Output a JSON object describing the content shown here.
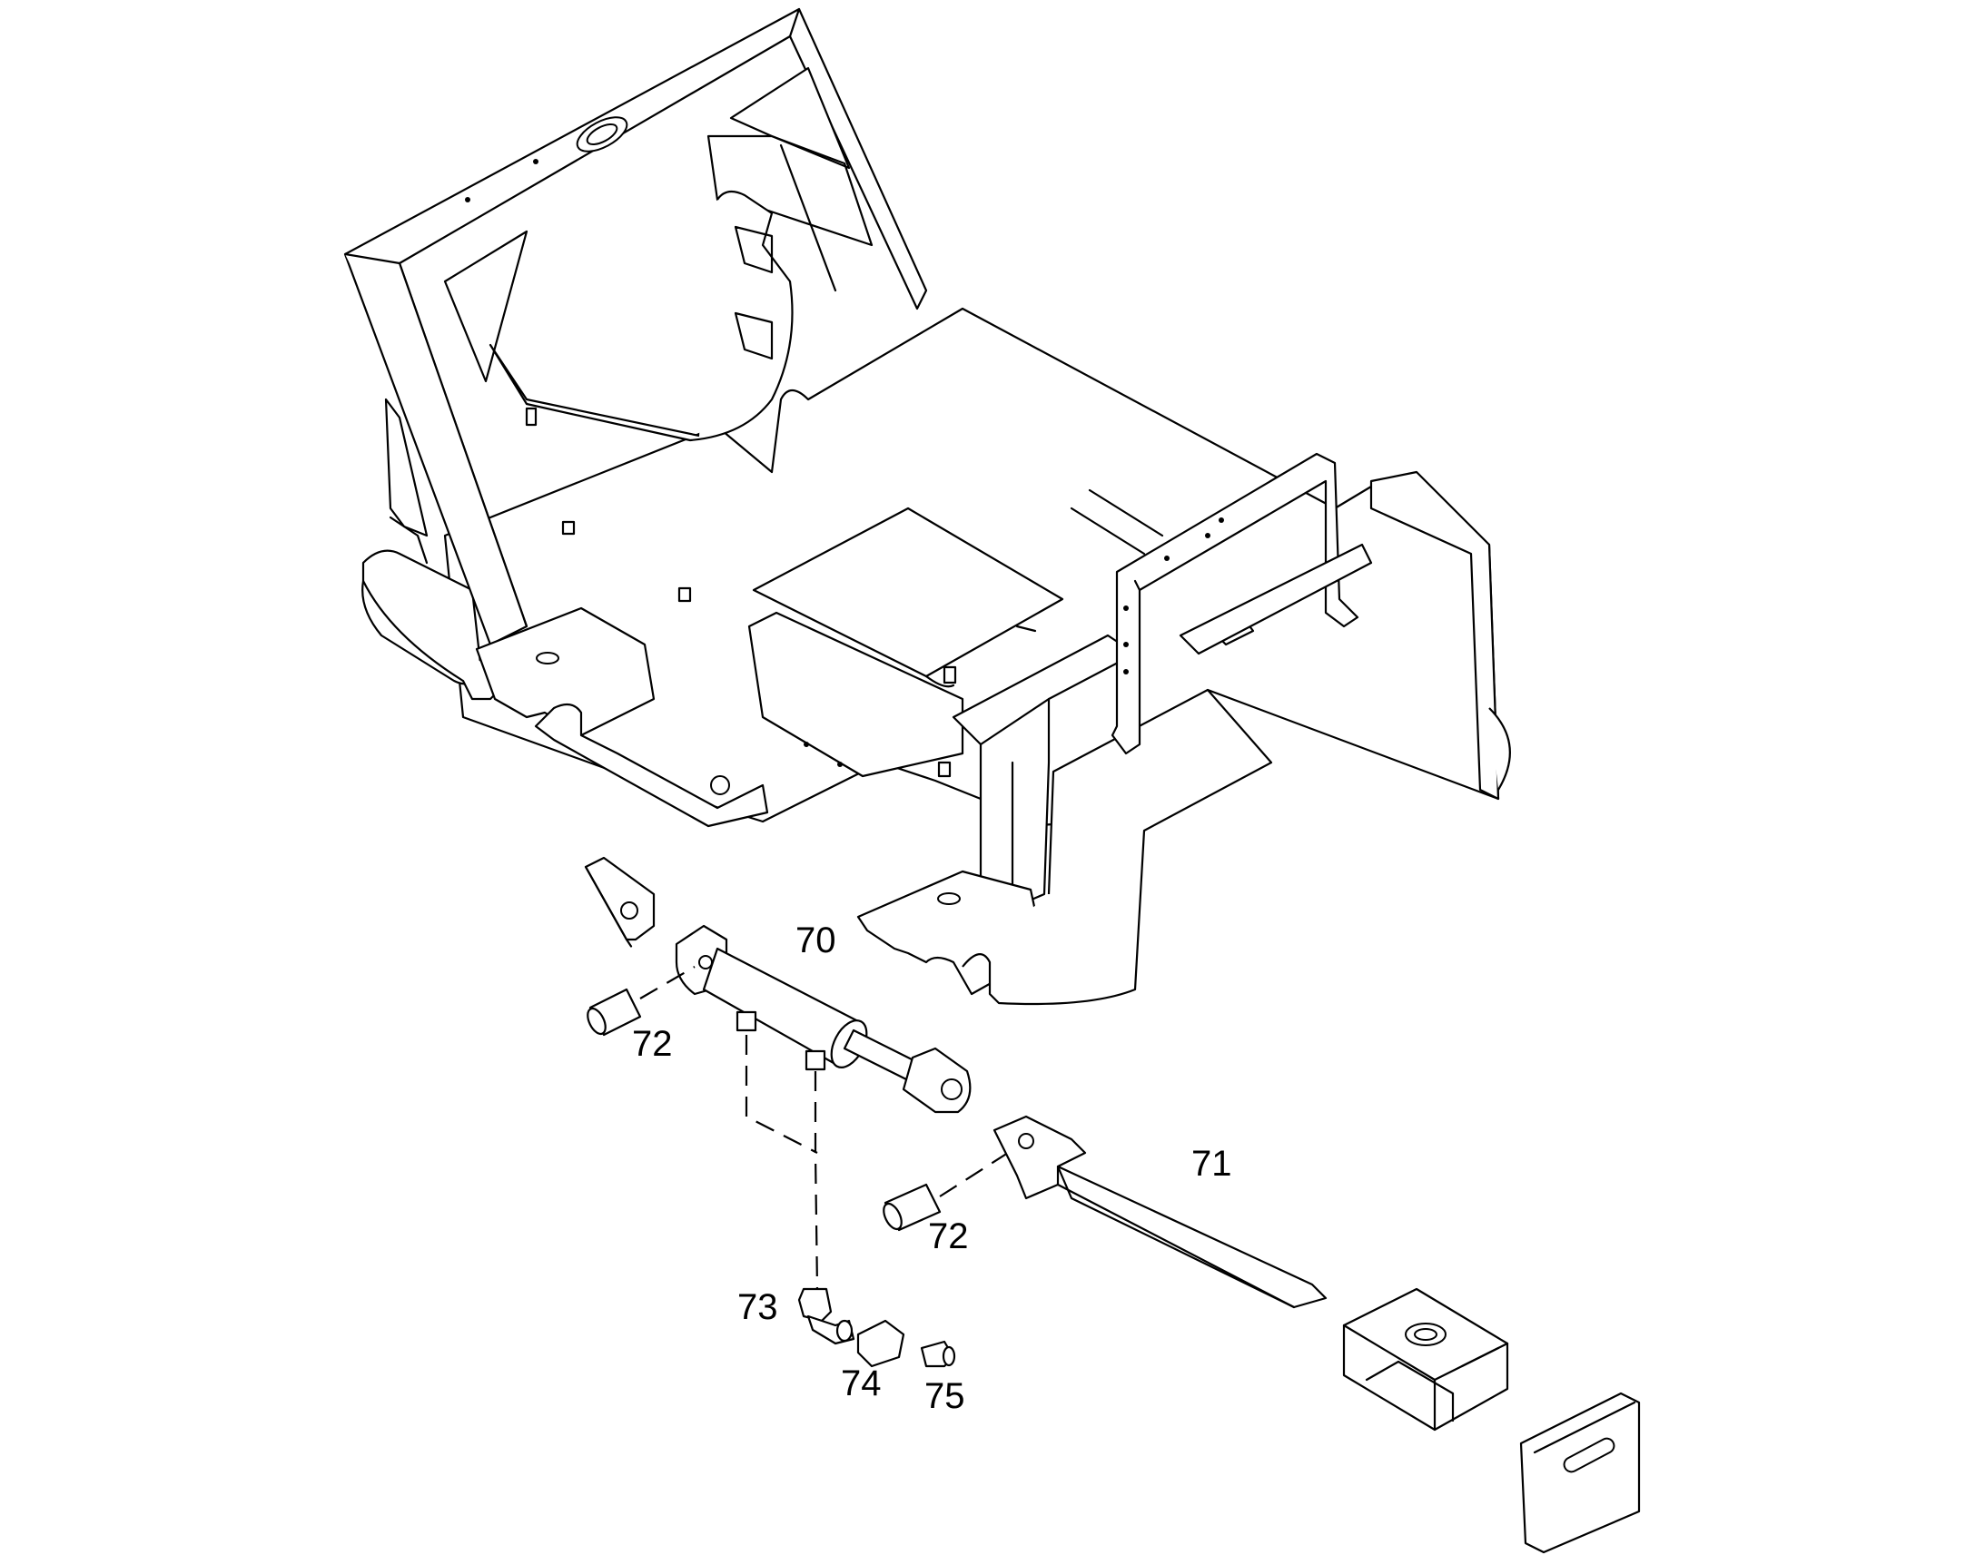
{
  "diagram": {
    "callouts": [
      {
        "id": "c70",
        "label": "70"
      },
      {
        "id": "c71",
        "label": "71"
      },
      {
        "id": "c72a",
        "label": "72"
      },
      {
        "id": "c72b",
        "label": "72"
      },
      {
        "id": "c73",
        "label": "73"
      },
      {
        "id": "c74",
        "label": "74"
      },
      {
        "id": "c75",
        "label": "75"
      }
    ]
  }
}
